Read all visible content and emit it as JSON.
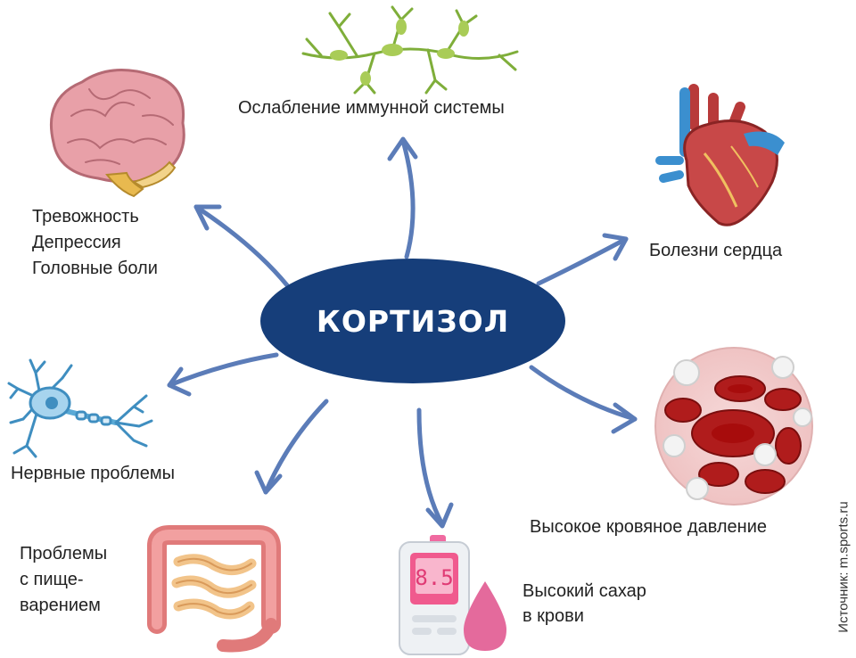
{
  "center": {
    "label": "КОРТИЗОЛ"
  },
  "effects": {
    "immune": "Ослабление иммунной системы",
    "mind": [
      "Тревожность",
      "Депрессия",
      "Головные боли"
    ],
    "heart": "Болезни сердца",
    "nerves": "Нервные проблемы",
    "blood_pressure": "Высокое кровяное давление",
    "digestion": [
      "Проблемы",
      "с пище-",
      "варением"
    ],
    "sugar": [
      "Высокий сахар",
      "в крови"
    ]
  },
  "glucometer": {
    "reading": "8.5"
  },
  "source": "Источник: m.sports.ru",
  "colors": {
    "ellipse": "#163e7a",
    "arrow": "#5b7cb8",
    "brain": "#e8a0a8",
    "heart": "#b83a3a",
    "blood_cell": "#b01c1c",
    "intestine": "#e88888",
    "neuron": "#5aaad6",
    "immune_cell": "#a9cc57",
    "drop": "#e46a9c"
  }
}
